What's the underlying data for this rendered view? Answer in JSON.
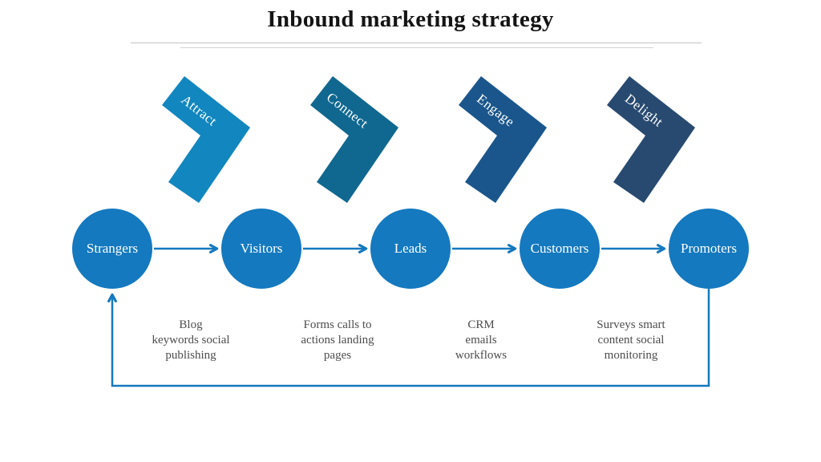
{
  "title": "Inbound marketing strategy",
  "colors": {
    "connector": "#1479BF",
    "circle_fill": "#1479BF",
    "circle_text": "#ffffff",
    "stage_text": "#ffffff",
    "label_text": "#4d4d4d",
    "title_text": "#141414"
  },
  "stages": [
    {
      "label": "Attract",
      "color": "#1186BF"
    },
    {
      "label": "Connect",
      "color": "#106890"
    },
    {
      "label": "Engage",
      "color": "#1A568C"
    },
    {
      "label": "Delight",
      "color": "#284A70"
    }
  ],
  "funnel": [
    {
      "label": "Strangers"
    },
    {
      "label": "Visitors"
    },
    {
      "label": "Leads"
    },
    {
      "label": "Customers"
    },
    {
      "label": "Promoters"
    }
  ],
  "tactics": [
    {
      "text": "Blog\nkeywords social\npublishing"
    },
    {
      "text": "Forms calls to\nactions landing\npages"
    },
    {
      "text": "CRM\nemails\nworkflows"
    },
    {
      "text": "Surveys smart\ncontent social\nmonitoring"
    }
  ]
}
